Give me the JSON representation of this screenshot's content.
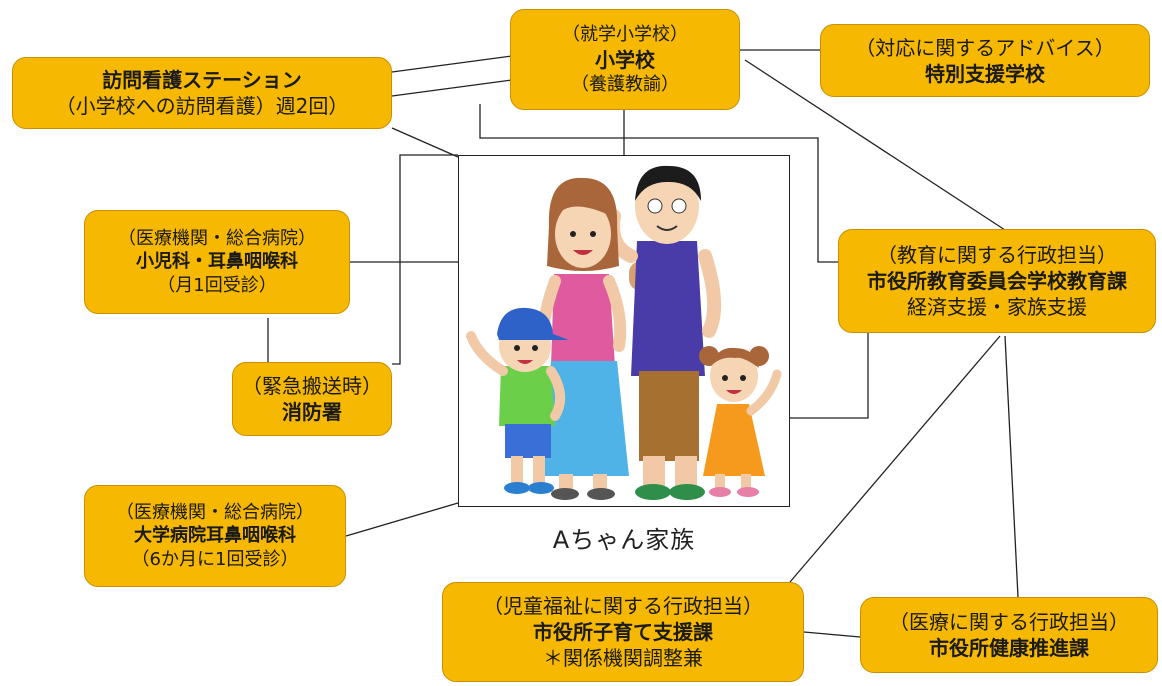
{
  "nodes": {
    "nursing": {
      "line1": "訪問看護ステーション",
      "line2": "（小学校への訪問看護）週2回）"
    },
    "school": {
      "line1": "（就学小学校）",
      "line2": "小学校",
      "line3": "（養護教諭）"
    },
    "special": {
      "line1": "（対応に関するアドバイス）",
      "line2": "特別支援学校"
    },
    "pediatrics": {
      "line1": "（医療機関・総合病院）",
      "line2": "小児科・耳鼻咽喉科",
      "line3": "（月1回受診）"
    },
    "fire": {
      "line1": "（緊急搬送時）",
      "line2": "消防署"
    },
    "education": {
      "line1": "（教育に関する行政担当）",
      "line2": "市役所教育委員会学校教育課",
      "line3": "経済支援・家族支援"
    },
    "university": {
      "line1": "（医療機関・総合病院）",
      "line2": "大学病院耳鼻咽喉科",
      "line3": "（6か月に1回受診）"
    },
    "childcare": {
      "line1": "（児童福祉に関する行政担当）",
      "line2": "市役所子育て支援課",
      "line3": "＊関係機関調整兼"
    },
    "health": {
      "line1": "（医療に関する行政担当）",
      "line2": "市役所健康推進課"
    }
  },
  "family": {
    "label": "Aちゃん家族"
  },
  "colors": {
    "box_fill": "#f6b800",
    "box_border": "#c98f00",
    "line": "#222222"
  }
}
